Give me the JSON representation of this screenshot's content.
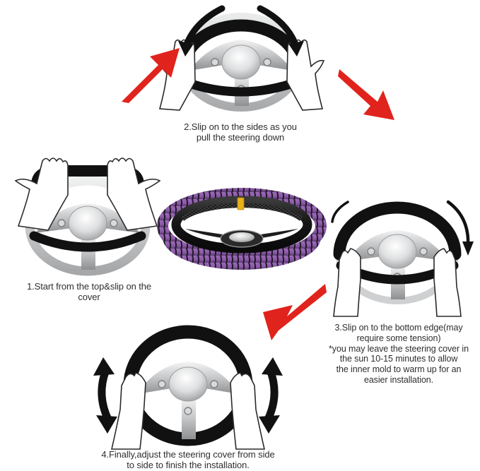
{
  "document": {
    "kind": "installation-instruction-diagram",
    "subject": "Steering wheel cover installation",
    "background_color": "#ffffff"
  },
  "palette": {
    "cover_black": "#111111",
    "cover_purple": "#8B5BA8",
    "cover_purple_dark": "#5d3a72",
    "wheel_silver_light": "#f2f2f2",
    "wheel_silver_mid": "#b9babc",
    "wheel_silver_dark": "#8e9092",
    "red_arrow": "#e0231c",
    "black_arrow": "#111111",
    "center_marker_yellow": "#e8b019",
    "text": "#2f2f2f"
  },
  "steps": [
    {
      "id": "step-1",
      "number": "1",
      "caption_lines": [
        "1.Start from the top&slip on the",
        "cover"
      ],
      "illustration": "hands placing cover over top of silver steering wheel",
      "cover_coverage": "top-arc-only"
    },
    {
      "id": "step-2",
      "number": "2",
      "caption_lines": [
        "2.Slip on to the sides as you",
        "pull the steering down"
      ],
      "illustration": "hands pulling cover down both sides of steering wheel",
      "cover_coverage": "top-and-sides"
    },
    {
      "id": "step-3",
      "number": "3",
      "caption_lines": [
        "3.Slip on to the bottom edge(may",
        "require some tension)",
        "*you may leave the steering cover in",
        "the sun 10-15 minutes to allow",
        "the inner mold to warm up for an",
        "easier installation."
      ],
      "illustration": "hands stretching cover onto the bottom edge of the wheel",
      "cover_coverage": "almost-complete"
    },
    {
      "id": "step-4",
      "number": "4",
      "caption_lines": [
        "4.Finally,adjust the steering cover from side",
        "to side to finish the installation."
      ],
      "illustration": "fully covered wheel with up-down adjust arrows on both sides",
      "cover_coverage": "complete"
    }
  ],
  "product": {
    "name": "steering-wheel-cover",
    "pattern": "zebra stripe",
    "colors": [
      "purple",
      "black"
    ],
    "center_marker": "yellow alignment tab",
    "rim_texture": "carbon fiber weave"
  },
  "arrows": {
    "red_up_right": {
      "name": "flow-arrow-step1-to-step2",
      "direction": "up-right"
    },
    "red_down_right": {
      "name": "flow-arrow-step2-to-step3",
      "direction": "down-right"
    },
    "red_down_left": {
      "name": "flow-arrow-step3-to-step4",
      "direction": "down-left"
    },
    "black_curve_left": {
      "name": "pull-down-arrow-left",
      "direction": "curve-down-left"
    },
    "black_curve_right": {
      "name": "pull-down-arrow-right",
      "direction": "curve-down-right"
    },
    "black_thin_right": {
      "name": "stretch-arrow-right",
      "direction": "curve-down"
    },
    "black_double_left": {
      "name": "adjust-arrow-left",
      "direction": "up-and-down"
    },
    "black_double_right": {
      "name": "adjust-arrow-right",
      "direction": "up-and-down"
    }
  }
}
